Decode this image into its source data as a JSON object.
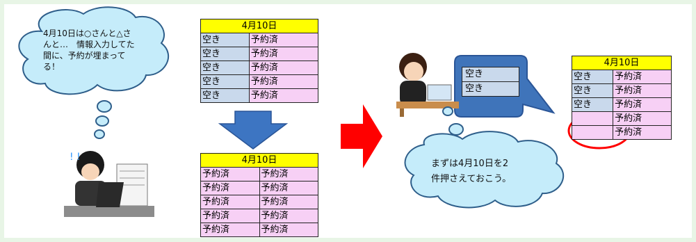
{
  "thought_left": "4月10日は○さんと△さ\nんと…　情報入力してた\n間に、予約が埋まって\nる！",
  "thought_right": "まずは4月10日を2\n件押さえておこう。",
  "table_before": {
    "title": "4月10日",
    "rows": [
      [
        "空き",
        "予約済"
      ],
      [
        "空き",
        "予約済"
      ],
      [
        "空き",
        "予約済"
      ],
      [
        "空き",
        "予約済"
      ],
      [
        "空き",
        "予約済"
      ]
    ]
  },
  "table_after": {
    "title": "4月10日",
    "rows": [
      [
        "予約済",
        "予約済"
      ],
      [
        "予約済",
        "予約済"
      ],
      [
        "予約済",
        "予約済"
      ],
      [
        "予約済",
        "予約済"
      ],
      [
        "予約済",
        "予約済"
      ]
    ]
  },
  "table_right": {
    "title": "4月10日",
    "rows": [
      [
        "空き",
        "予約済"
      ],
      [
        "空き",
        "予約済"
      ],
      [
        "空き",
        "予約済"
      ],
      [
        "",
        "予約済"
      ],
      [
        "",
        "予約済"
      ]
    ]
  },
  "callout_items": [
    "空き",
    "空き"
  ],
  "colors": {
    "free": "#c9d9ec",
    "booked": "#f7d0f5",
    "header": "#ffff00",
    "cloud": "#c5ecfa",
    "down_arrow": "#3d75c2",
    "right_arrow": "#ff0000",
    "circle": "#ff0000"
  }
}
